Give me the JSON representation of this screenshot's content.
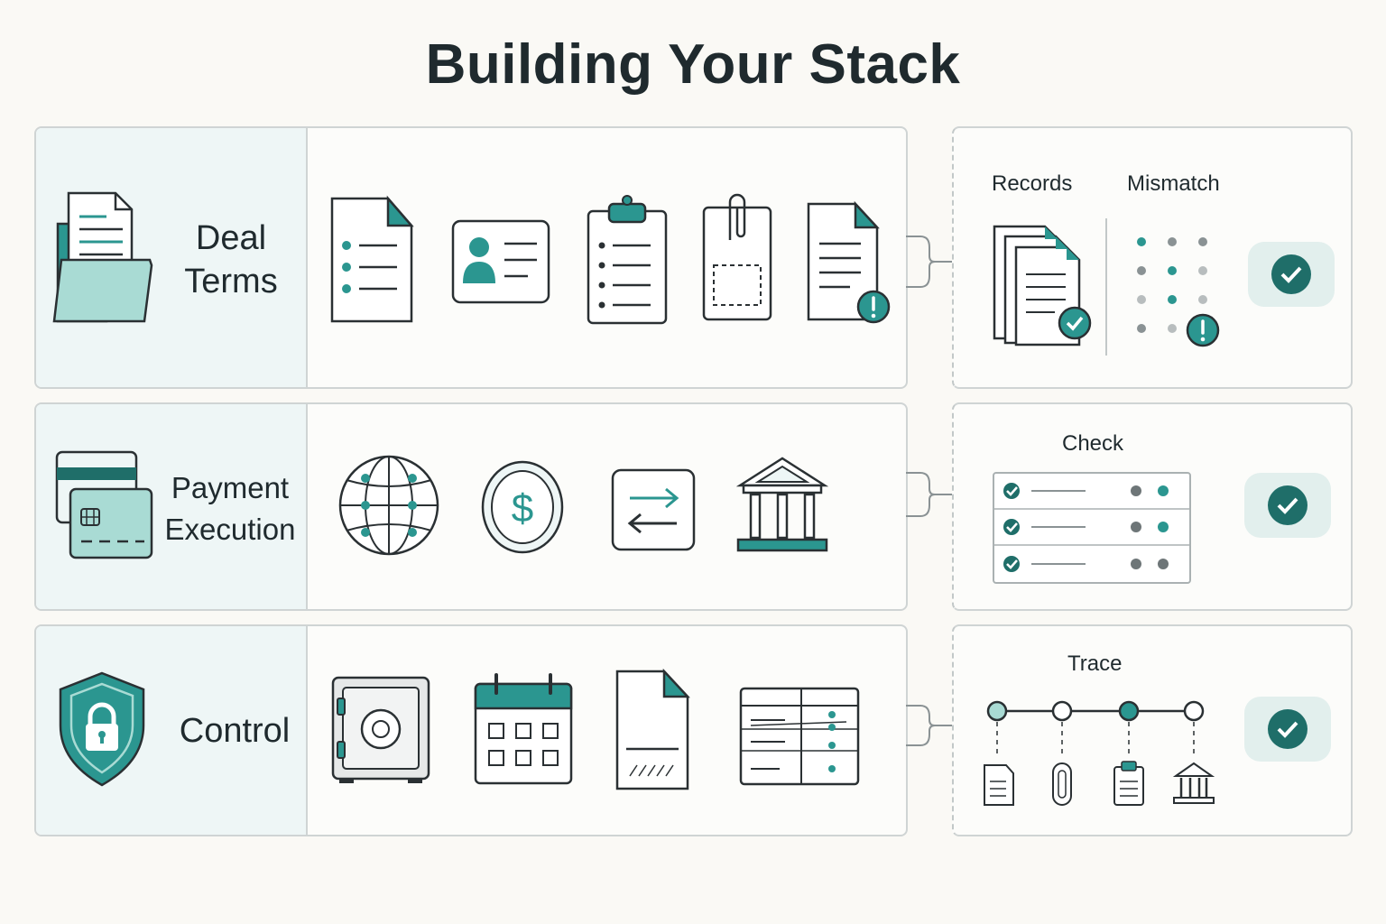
{
  "title": "Building Your Stack",
  "colors": {
    "teal": "#2b9690",
    "teal_light": "#a9dbd4",
    "teal_dark": "#1f6e69",
    "ink": "#2a3033",
    "bg": "#faf9f5",
    "check_bg": "#e2efed"
  },
  "rows": [
    {
      "label_line1": "Deal",
      "label_line2": "Terms",
      "icons": [
        "folder-documents-icon",
        "bulleted-document-icon",
        "id-card-icon",
        "clipboard-checklist-icon",
        "paperclip-attachment-icon",
        "document-alert-icon"
      ],
      "verify": {
        "labels": [
          "Records",
          "Mismatch"
        ],
        "icons": [
          "stacked-documents-check-icon",
          "dot-grid-alert-icon",
          "verified-check-icon"
        ]
      }
    },
    {
      "label_line1": "Payment",
      "label_line2": "Execution",
      "icons": [
        "credit-cards-icon",
        "globe-network-icon",
        "dollar-coin-icon",
        "transfer-arrows-icon",
        "bank-icon"
      ],
      "verify": {
        "labels": [
          "Check"
        ],
        "icons": [
          "checklist-table-icon",
          "verified-check-icon"
        ]
      }
    },
    {
      "label_line1": "Control",
      "label_line2": "",
      "icons": [
        "shield-lock-icon",
        "safe-vault-icon",
        "calendar-icon",
        "signature-document-icon",
        "ledger-table-icon"
      ],
      "verify": {
        "labels": [
          "Trace"
        ],
        "icons": [
          "timeline-trace-icon",
          "verified-check-icon"
        ]
      }
    }
  ]
}
